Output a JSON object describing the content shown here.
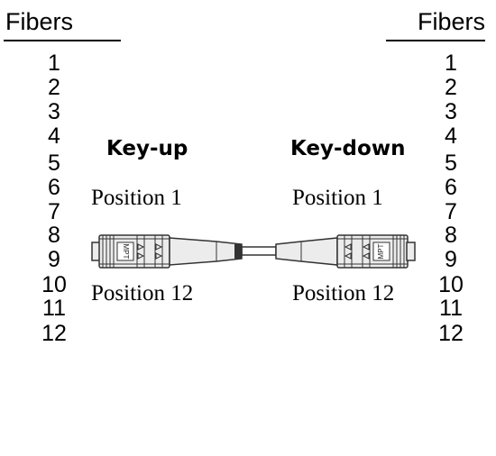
{
  "headers": {
    "left": "Fibers",
    "right": "Fibers"
  },
  "fibers": [
    "1",
    "2",
    "3",
    "4",
    "5",
    "6",
    "7",
    "8",
    "9",
    "10",
    "11",
    "12"
  ],
  "labels": {
    "key_up": "Key-up",
    "key_down": "Key-down",
    "position_top_left": "Position 1",
    "position_top_right": "Position 1",
    "position_bottom_left": "Position 12",
    "position_bottom_right": "Position 12"
  },
  "connector_label": "MPT",
  "colors": {
    "ink": "#000000",
    "connector_fill": "#ececec",
    "connector_stroke": "#333333",
    "background": "#ffffff"
  }
}
